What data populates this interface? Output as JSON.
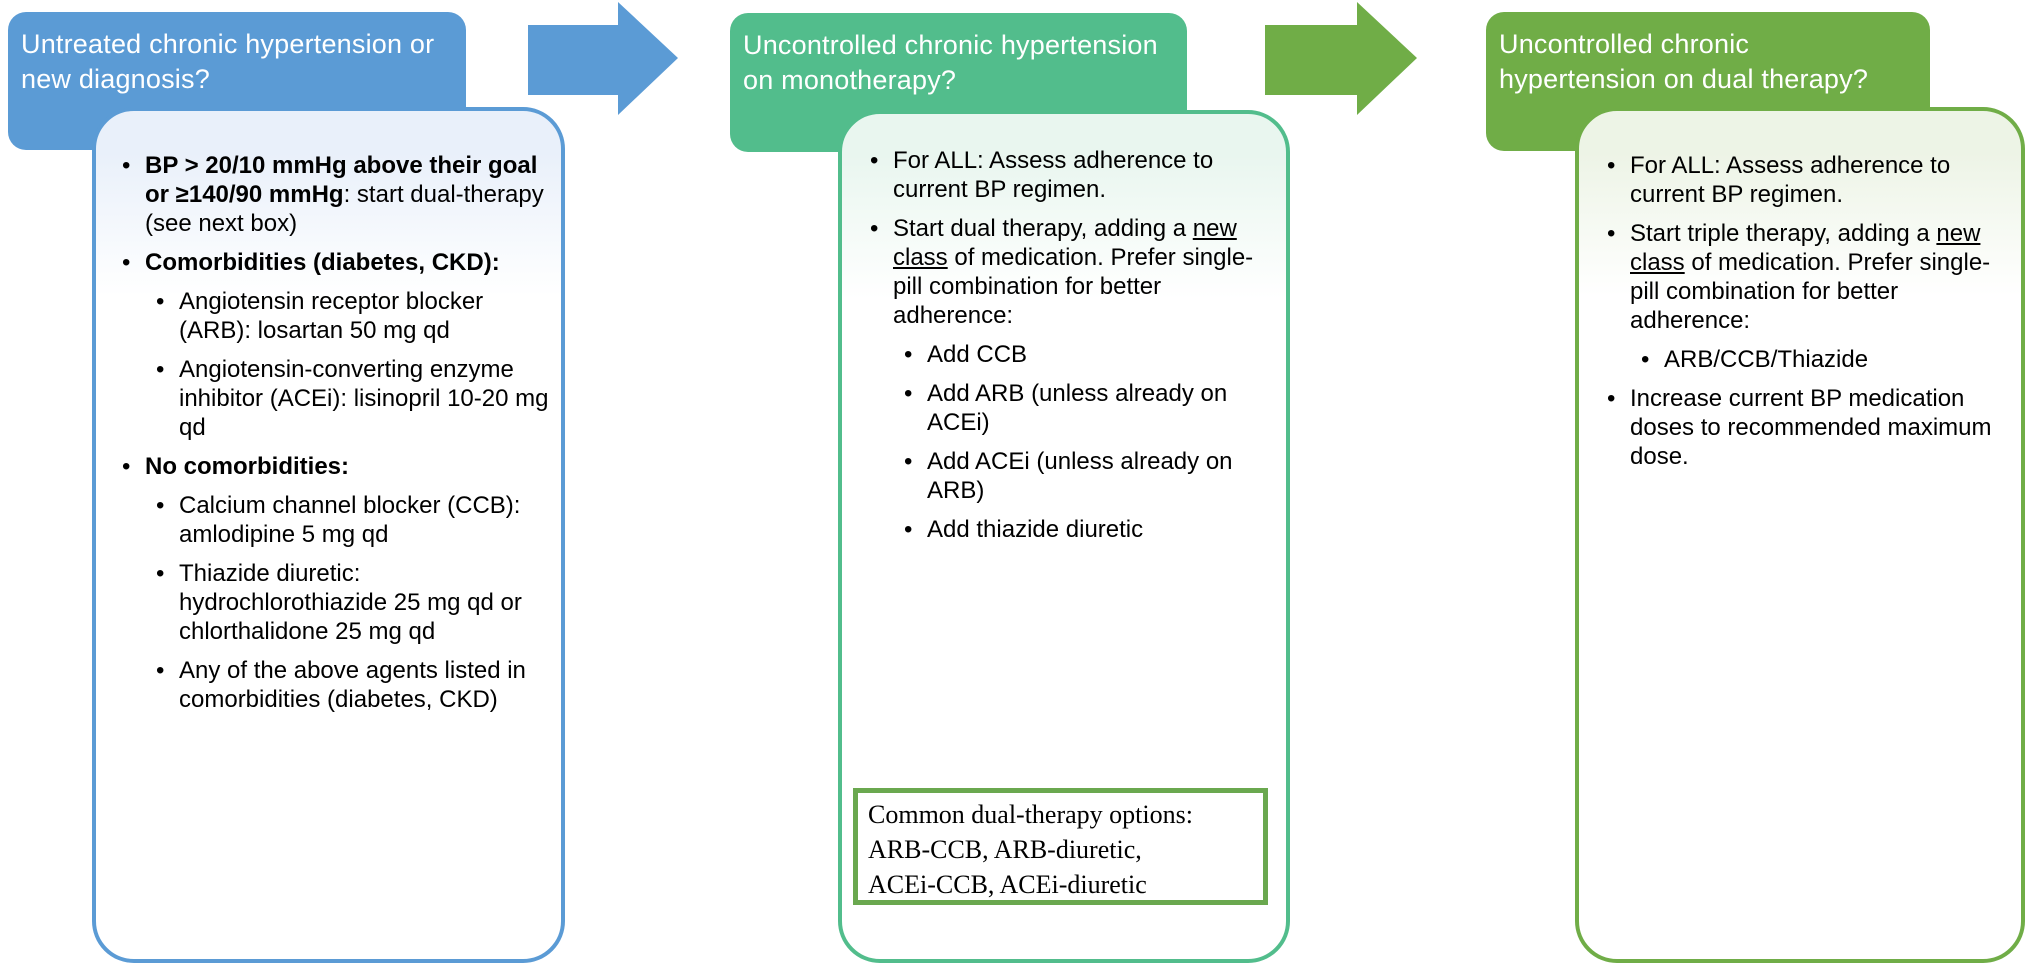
{
  "diagram": {
    "boxes": [
      {
        "header": "Untreated chronic hypertension or new diagnosis?",
        "accent": "#5b9bd5",
        "tint": "#e9f0fa",
        "bullets": [
          {
            "level": 1,
            "runs": [
              {
                "t": "BP > 20/10 mmHg above their goal or ≥140/90 mmHg",
                "b": 1
              },
              {
                "t": ": start dual-therapy (see next box)"
              }
            ]
          },
          {
            "level": 1,
            "runs": [
              {
                "t": "Comorbidities (diabetes, CKD):",
                "b": 1
              }
            ]
          },
          {
            "level": 2,
            "runs": [
              {
                "t": "Angiotensin receptor blocker (ARB): losartan 50 mg qd"
              }
            ]
          },
          {
            "level": 2,
            "runs": [
              {
                "t": "Angiotensin-converting enzyme inhibitor (ACEi): lisinopril 10-20 mg qd"
              }
            ]
          },
          {
            "level": 1,
            "runs": [
              {
                "t": "No comorbidities:",
                "b": 1
              }
            ]
          },
          {
            "level": 2,
            "runs": [
              {
                "t": "Calcium channel blocker (CCB): amlodipine 5 mg qd"
              }
            ]
          },
          {
            "level": 2,
            "runs": [
              {
                "t": "Thiazide diuretic: hydrochlorothiazide 25 mg qd or chlorthalidone 25 mg qd"
              }
            ]
          },
          {
            "level": 2,
            "runs": [
              {
                "t": "Any of the above agents listed in comorbidities (diabetes, CKD)"
              }
            ]
          }
        ]
      },
      {
        "header": "Uncontrolled chronic hypertension on monotherapy?",
        "accent": "#52bd8c",
        "tint": "#e9f6ef",
        "bullets": [
          {
            "level": 1,
            "runs": [
              {
                "t": "For ALL: Assess adherence to current BP regimen."
              }
            ]
          },
          {
            "level": 1,
            "runs": [
              {
                "t": "Start dual therapy, adding a "
              },
              {
                "t": "new class",
                "u": 1
              },
              {
                "t": " of medication. Prefer single-pill combination for better adherence:"
              }
            ]
          },
          {
            "level": 2,
            "runs": [
              {
                "t": "Add CCB"
              }
            ]
          },
          {
            "level": 2,
            "runs": [
              {
                "t": "Add ARB (unless already on ACEi)"
              }
            ]
          },
          {
            "level": 2,
            "runs": [
              {
                "t": "Add ACEi (unless already on ARB)"
              }
            ]
          },
          {
            "level": 2,
            "runs": [
              {
                "t": "Add thiazide diuretic"
              }
            ]
          }
        ],
        "note": {
          "border": "#6aa84f",
          "lines": [
            "Common dual-therapy options:",
            "ARB-CCB, ARB-diuretic,",
            "ACEi-CCB, ACEi-diuretic"
          ]
        }
      },
      {
        "header": "Uncontrolled chronic hypertension on dual therapy?",
        "accent": "#70ad47",
        "tint": "#edf4e6",
        "bullets": [
          {
            "level": 1,
            "runs": [
              {
                "t": "For ALL: Assess adherence to current BP regimen."
              }
            ]
          },
          {
            "level": 1,
            "runs": [
              {
                "t": "Start triple therapy, adding a "
              },
              {
                "t": "new class",
                "u": 1
              },
              {
                "t": " of medication. Prefer single-pill combination for better adherence:"
              }
            ]
          },
          {
            "level": 2,
            "runs": [
              {
                "t": "ARB/CCB/Thiazide"
              }
            ]
          },
          {
            "level": 1,
            "runs": [
              {
                "t": "Increase current BP medication doses to recommended maximum dose."
              }
            ]
          }
        ]
      }
    ],
    "arrows": [
      {
        "color": "#5b9bd5"
      },
      {
        "color": "#70ad47"
      }
    ]
  }
}
